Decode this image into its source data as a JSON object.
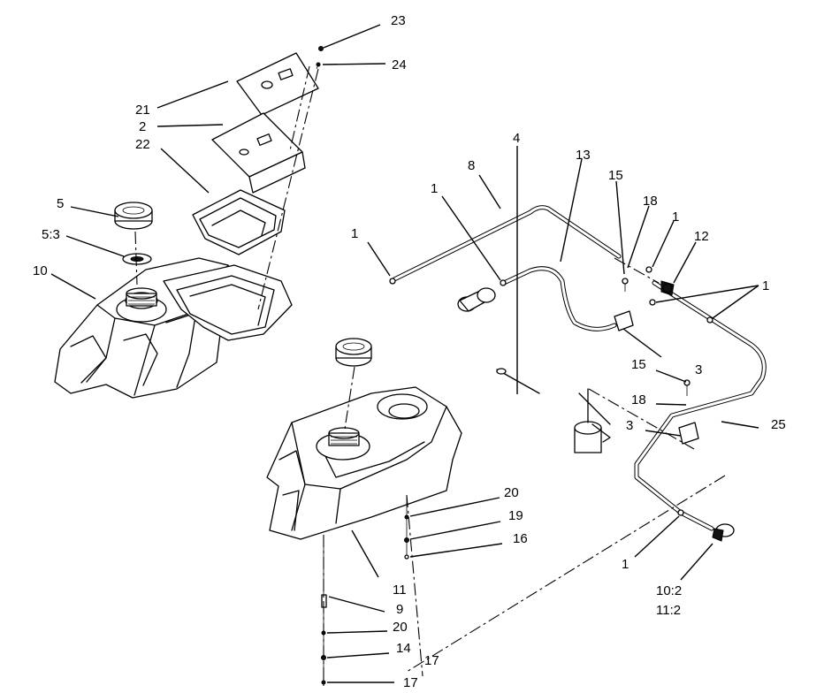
{
  "callouts": {
    "c23": "23",
    "c24": "24",
    "c21": "21",
    "c2": "2",
    "c22": "22",
    "c5": "5",
    "c5_3": "5:3",
    "c10": "10",
    "c8": "8",
    "c4": "4",
    "c13": "13",
    "c15a": "15",
    "c18a": "18",
    "c1a": "1",
    "c1b": "1",
    "c1c": "1",
    "c12": "12",
    "c1d": "1",
    "c3a": "3",
    "c15b": "15",
    "c18b": "18",
    "c3b": "3",
    "c25": "25",
    "c20a": "20",
    "c19": "19",
    "c16": "16",
    "c11": "11",
    "c9": "9",
    "c20b": "20",
    "c14": "14",
    "c17a": "17",
    "c17b": "17",
    "c1e": "1",
    "c10_2": "10:2",
    "c11_2": "11:2"
  }
}
